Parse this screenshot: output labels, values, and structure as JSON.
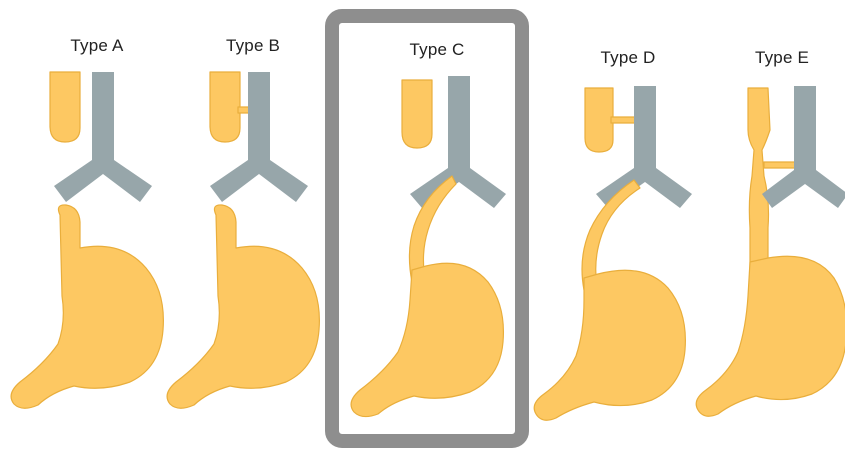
{
  "panels": [
    {
      "label": "Type A"
    },
    {
      "label": "Type B"
    },
    {
      "label": "Type C"
    },
    {
      "label": "Type D"
    },
    {
      "label": "Type E"
    }
  ],
  "highlighted_panel": "Type C",
  "colors": {
    "esophagus_stomach": "#FDC862",
    "organ_outline": "#E9AE3C",
    "trachea": "#97A6AA",
    "highlight_frame": "#8E8E8E",
    "label_text": "#222222",
    "background": "#FFFFFF"
  }
}
